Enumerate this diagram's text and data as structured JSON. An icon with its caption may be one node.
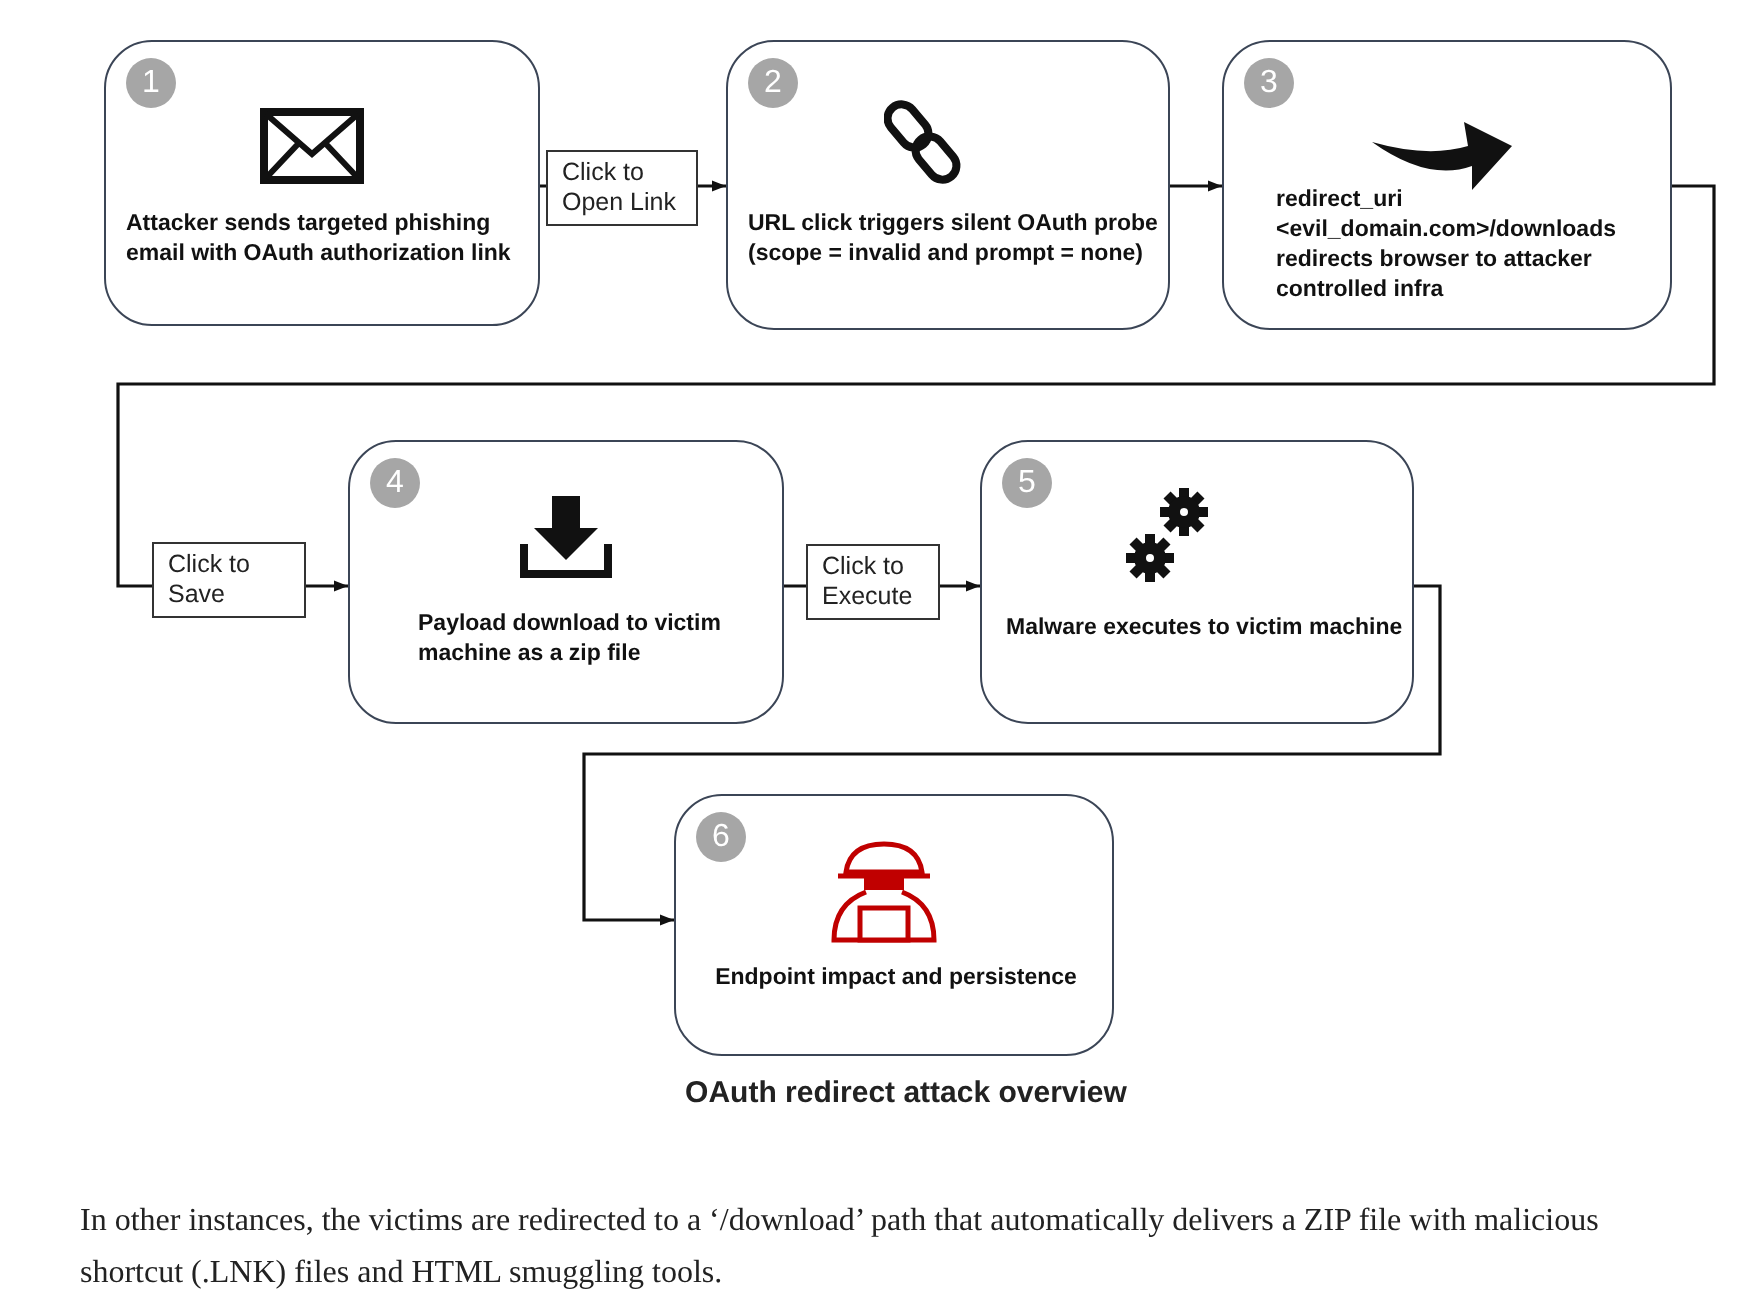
{
  "diagram": {
    "caption": "OAuth redirect attack overview",
    "nodes": [
      {
        "text": [
          "1",
          "Attacker sends targeted phishing email with OAuth authorization link"
        ]
      },
      {
        "text": [
          "2",
          "URL click triggers silent OAuth probe (scope = invalid and prompt = none)"
        ]
      },
      {
        "text": [
          "3",
          "redirect_uri <evil_domain.com>/downloads redirects browser to attacker controlled infra"
        ]
      },
      {
        "text": [
          "4",
          "Payload download to victim machine as a zip file"
        ]
      },
      {
        "text": [
          "5",
          "Malware executes to victim machine"
        ]
      },
      {
        "text": [
          "6",
          "Endpoint impact and persistence"
        ]
      }
    ],
    "edges": [
      {
        "from": 0,
        "to": 1,
        "arrow": "to",
        "label": "Click to Open Link"
      },
      {
        "from": 1,
        "to": 2,
        "arrow": "to"
      },
      {
        "from": 2,
        "to": 3,
        "arrow": "to",
        "label": "Click to Save"
      },
      {
        "from": 3,
        "to": 4,
        "arrow": "to",
        "label": "Click to Execute"
      },
      {
        "from": 4,
        "to": 5,
        "arrow": "to"
      }
    ],
    "labels": [
      "In other instances, the victims are redirected to a ‘/download’ path that automatically delivers a ZIP file with malicious shortcut (.LNK) files and HTML smuggling tools."
    ]
  }
}
